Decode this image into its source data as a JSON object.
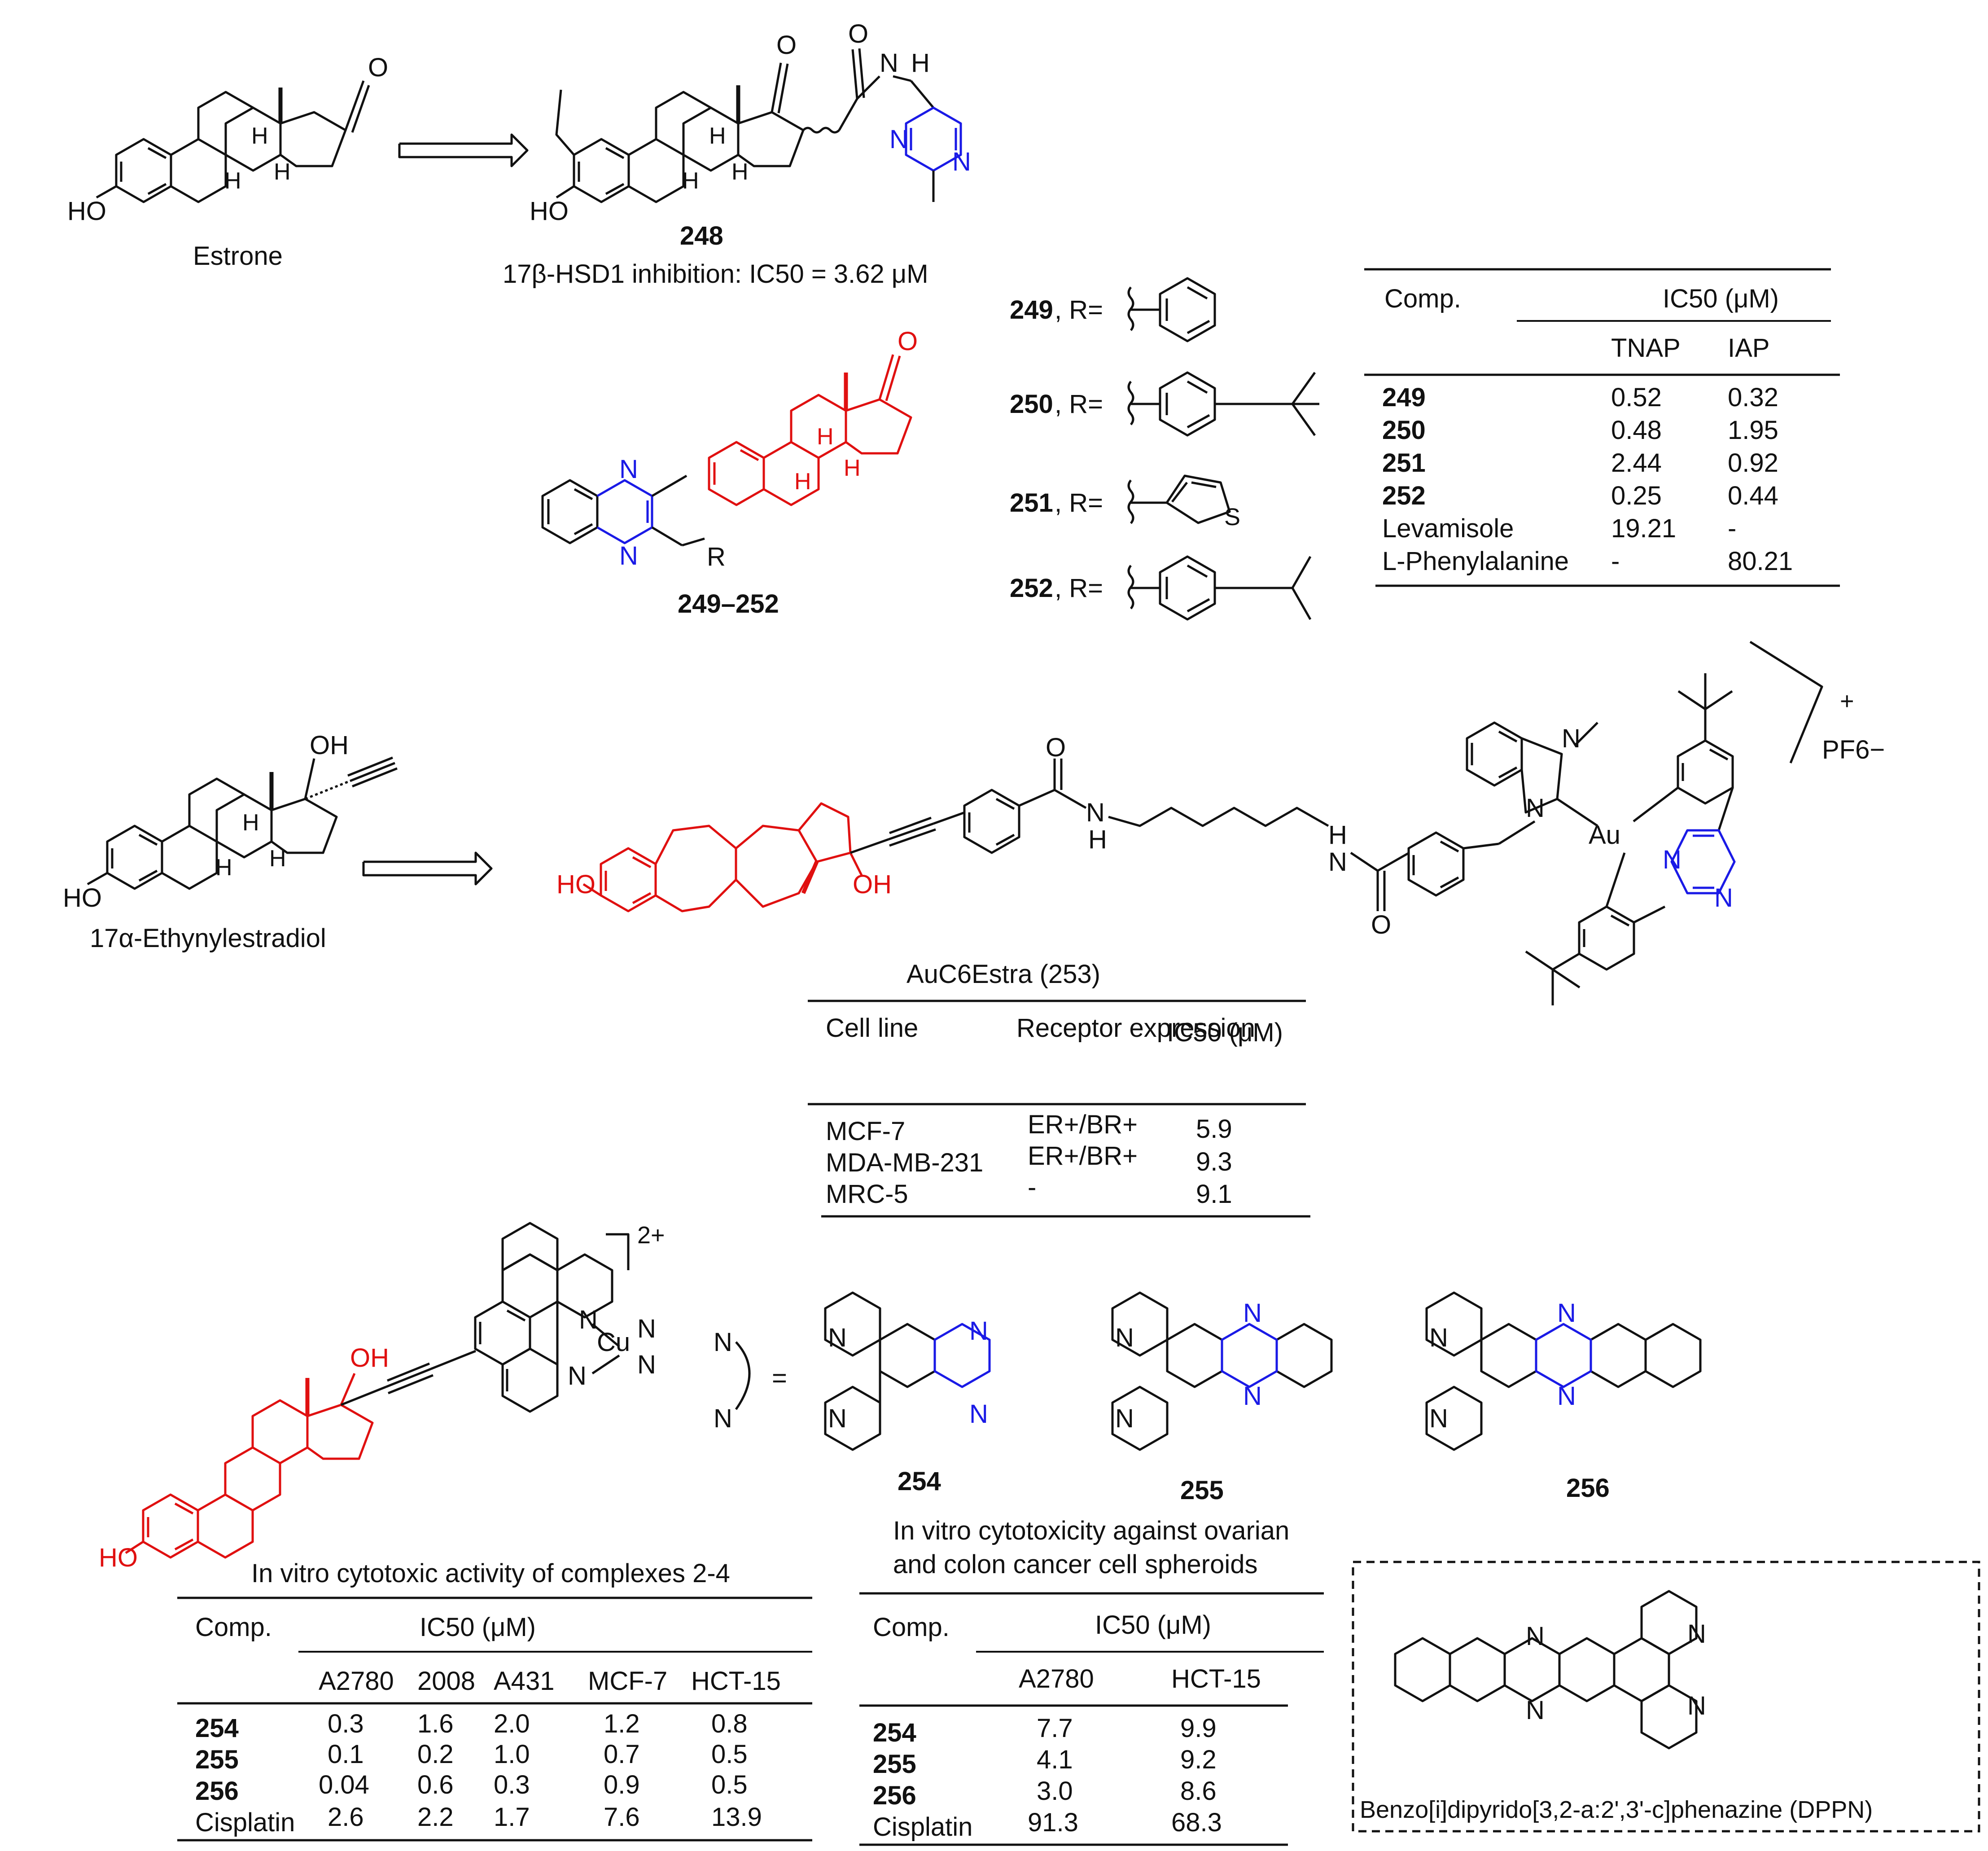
{
  "top": {
    "estrone_label": "Estrone",
    "cmpd248_num": "248",
    "cmpd248_activity": "17β-HSD1 inhibition: IC50 = 3.62 μM",
    "series_label": "249–252",
    "r_defs": [
      {
        "num": "249",
        "text": ", R="
      },
      {
        "num": "250",
        "text": ", R="
      },
      {
        "num": "251",
        "text": ", R="
      },
      {
        "num": "252",
        "text": ", R="
      }
    ]
  },
  "table1": {
    "header_comp": "Comp.",
    "header_ic50": "IC50 (μM)",
    "columns": [
      "TNAP",
      "IAP"
    ],
    "rows": [
      {
        "comp": "249",
        "bold": true,
        "v1": "0.52",
        "v2": "0.32"
      },
      {
        "comp": "250",
        "bold": true,
        "v1": "0.48",
        "v2": "1.95"
      },
      {
        "comp": "251",
        "bold": true,
        "v1": "2.44",
        "v2": "0.92"
      },
      {
        "comp": "252",
        "bold": true,
        "v1": "0.25",
        "v2": "0.44"
      },
      {
        "comp": "Levamisole",
        "bold": false,
        "v1": "19.21",
        "v2": "-"
      },
      {
        "comp": "L-Phenylalanine",
        "bold": false,
        "v1": "-",
        "v2": "80.21"
      }
    ]
  },
  "middle": {
    "ethynyl_label": "17α-Ethynylestradiol",
    "charge": "+",
    "counterion": "PF6−",
    "au_label": "Au"
  },
  "table2": {
    "title": "AuC6Estra (253)",
    "headers": [
      "Cell line",
      "Receptor expression",
      "IC50 (μM)"
    ],
    "rows": [
      {
        "cell": "MCF-7",
        "receptor": "ER+/BR+",
        "ic50": "5.9"
      },
      {
        "cell": "MDA-MB-231",
        "receptor": "ER+/BR+",
        "ic50": "9.3"
      },
      {
        "cell": "MRC-5",
        "receptor": "-",
        "ic50": "9.1"
      }
    ]
  },
  "bottom": {
    "charge": "2+",
    "cu_label": "Cu",
    "labels": [
      "254",
      "255",
      "256"
    ],
    "dppn_caption": "Benzo[i]dipyrido[3,2-a:2',3'-c]phenazine (DPPN)"
  },
  "table3": {
    "title": "In vitro cytotoxic activity of complexes 2-4",
    "header_comp": "Comp.",
    "header_ic50": "IC50 (μM)",
    "columns": [
      "A2780",
      "2008",
      "A431",
      "MCF-7",
      "HCT-15"
    ],
    "rows": [
      {
        "comp": "254",
        "bold": true,
        "values": [
          "0.3",
          "1.6",
          "2.0",
          "1.2",
          "0.8"
        ]
      },
      {
        "comp": "255",
        "bold": true,
        "values": [
          "0.1",
          "0.2",
          "1.0",
          "0.7",
          "0.5"
        ]
      },
      {
        "comp": "256",
        "bold": true,
        "values": [
          "0.04",
          "0.6",
          "0.3",
          "0.9",
          "0.5"
        ]
      },
      {
        "comp": "Cisplatin",
        "bold": false,
        "values": [
          "2.6",
          "2.2",
          "1.7",
          "7.6",
          "13.9"
        ]
      }
    ]
  },
  "table4": {
    "title_line1": "In vitro cytotoxicity against ovarian",
    "title_line2": "and colon cancer cell spheroids",
    "header_comp": "Comp.",
    "header_ic50": "IC50 (μM)",
    "columns": [
      "A2780",
      "HCT-15"
    ],
    "rows": [
      {
        "comp": "254",
        "bold": true,
        "values": [
          "7.7",
          "9.9"
        ]
      },
      {
        "comp": "255",
        "bold": true,
        "values": [
          "4.1",
          "9.2"
        ]
      },
      {
        "comp": "256",
        "bold": true,
        "values": [
          "3.0",
          "8.6"
        ]
      },
      {
        "comp": "Cisplatin",
        "bold": false,
        "values": [
          "91.3",
          "68.3"
        ]
      }
    ]
  }
}
